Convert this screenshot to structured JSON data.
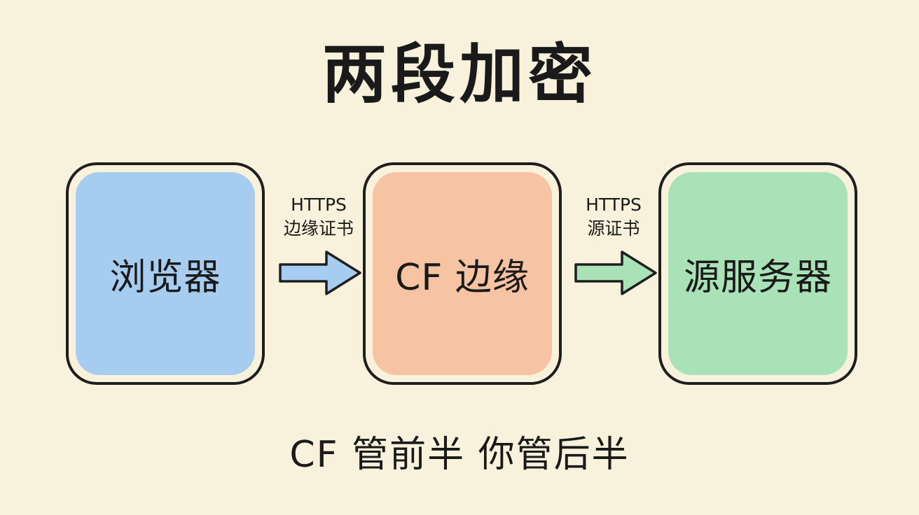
{
  "title": "两段加密",
  "nodes": {
    "browser": {
      "label": "浏览器",
      "color": "#a6cdf0"
    },
    "edge": {
      "label": "CF 边缘",
      "color": "#f6c4a2"
    },
    "origin": {
      "label": "源服务器",
      "color": "#a9e2b6"
    }
  },
  "connections": {
    "browser_to_edge": {
      "protocol": "HTTPS",
      "cert": "边缘证书",
      "color": "#a6cdf0"
    },
    "edge_to_origin": {
      "protocol": "HTTPS",
      "cert": "源证书",
      "color": "#a9e2b6"
    }
  },
  "caption": "CF 管前半 你管后半",
  "colors": {
    "background": "#f8f1dc",
    "stroke": "#1e1e1e"
  }
}
